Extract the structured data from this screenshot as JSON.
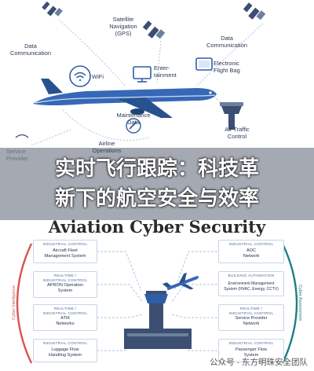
{
  "top": {
    "data_comm_left": "Data\nCommunication",
    "satellite": "Satellite\nNavigation\n(GPS)",
    "data_comm_right": "Data\nCommunication",
    "wifi": "WiFi",
    "entertainment": "Enter-\ntainment",
    "efb": "Electronic\nFlight Bag",
    "maintenance": "Maintenance\nData",
    "airline_ops": "Airline\nOperations",
    "atc": "Air Traffic\nControl",
    "service_provider": "Service\nProvider"
  },
  "banner": {
    "line1": "实时飞行跟踪：科技革",
    "line2": "新下的航空安全与效率"
  },
  "section_title": "Aviation Cyber Security",
  "boxes_left": [
    {
      "tag": "INDUSTRIAL CONTROL",
      "name": "Aircraft Fleet\nManagement System"
    },
    {
      "tag": "REALTIME /\nINDUSTRIAL CONTROL",
      "name": "APRON Operation\nSystem"
    },
    {
      "tag": "REALTIME /\nINDUSTRIAL CONTROL",
      "name": "ATM\nNetworks"
    },
    {
      "tag": "INDUSTRIAL CONTROL",
      "name": "Luggage Flow\nHandling System"
    }
  ],
  "boxes_right": [
    {
      "tag": "INDUSTRIAL CONTROL",
      "name": "AOC\nNetwork"
    },
    {
      "tag": "BUILDING AUTOMATION",
      "name": "Environment Management\nSystem (HVAC, Energy, CCTV)"
    },
    {
      "tag": "REALTIME /\nINDUSTRIAL CONTROL",
      "name": "Service Provider\nNetwork"
    },
    {
      "tag": "INDUSTRIAL CONTROL",
      "name": "Passenger Flow\nSystem"
    }
  ],
  "side_left": "Cyber Intelligence",
  "side_right": "Cyber Assessment",
  "watermark": "公众号 · 东方明珠安全团队",
  "colors": {
    "plane": "#2f5ea8",
    "accent": "#d9534f",
    "teal": "#1f7f86",
    "line": "#b0c4de"
  }
}
